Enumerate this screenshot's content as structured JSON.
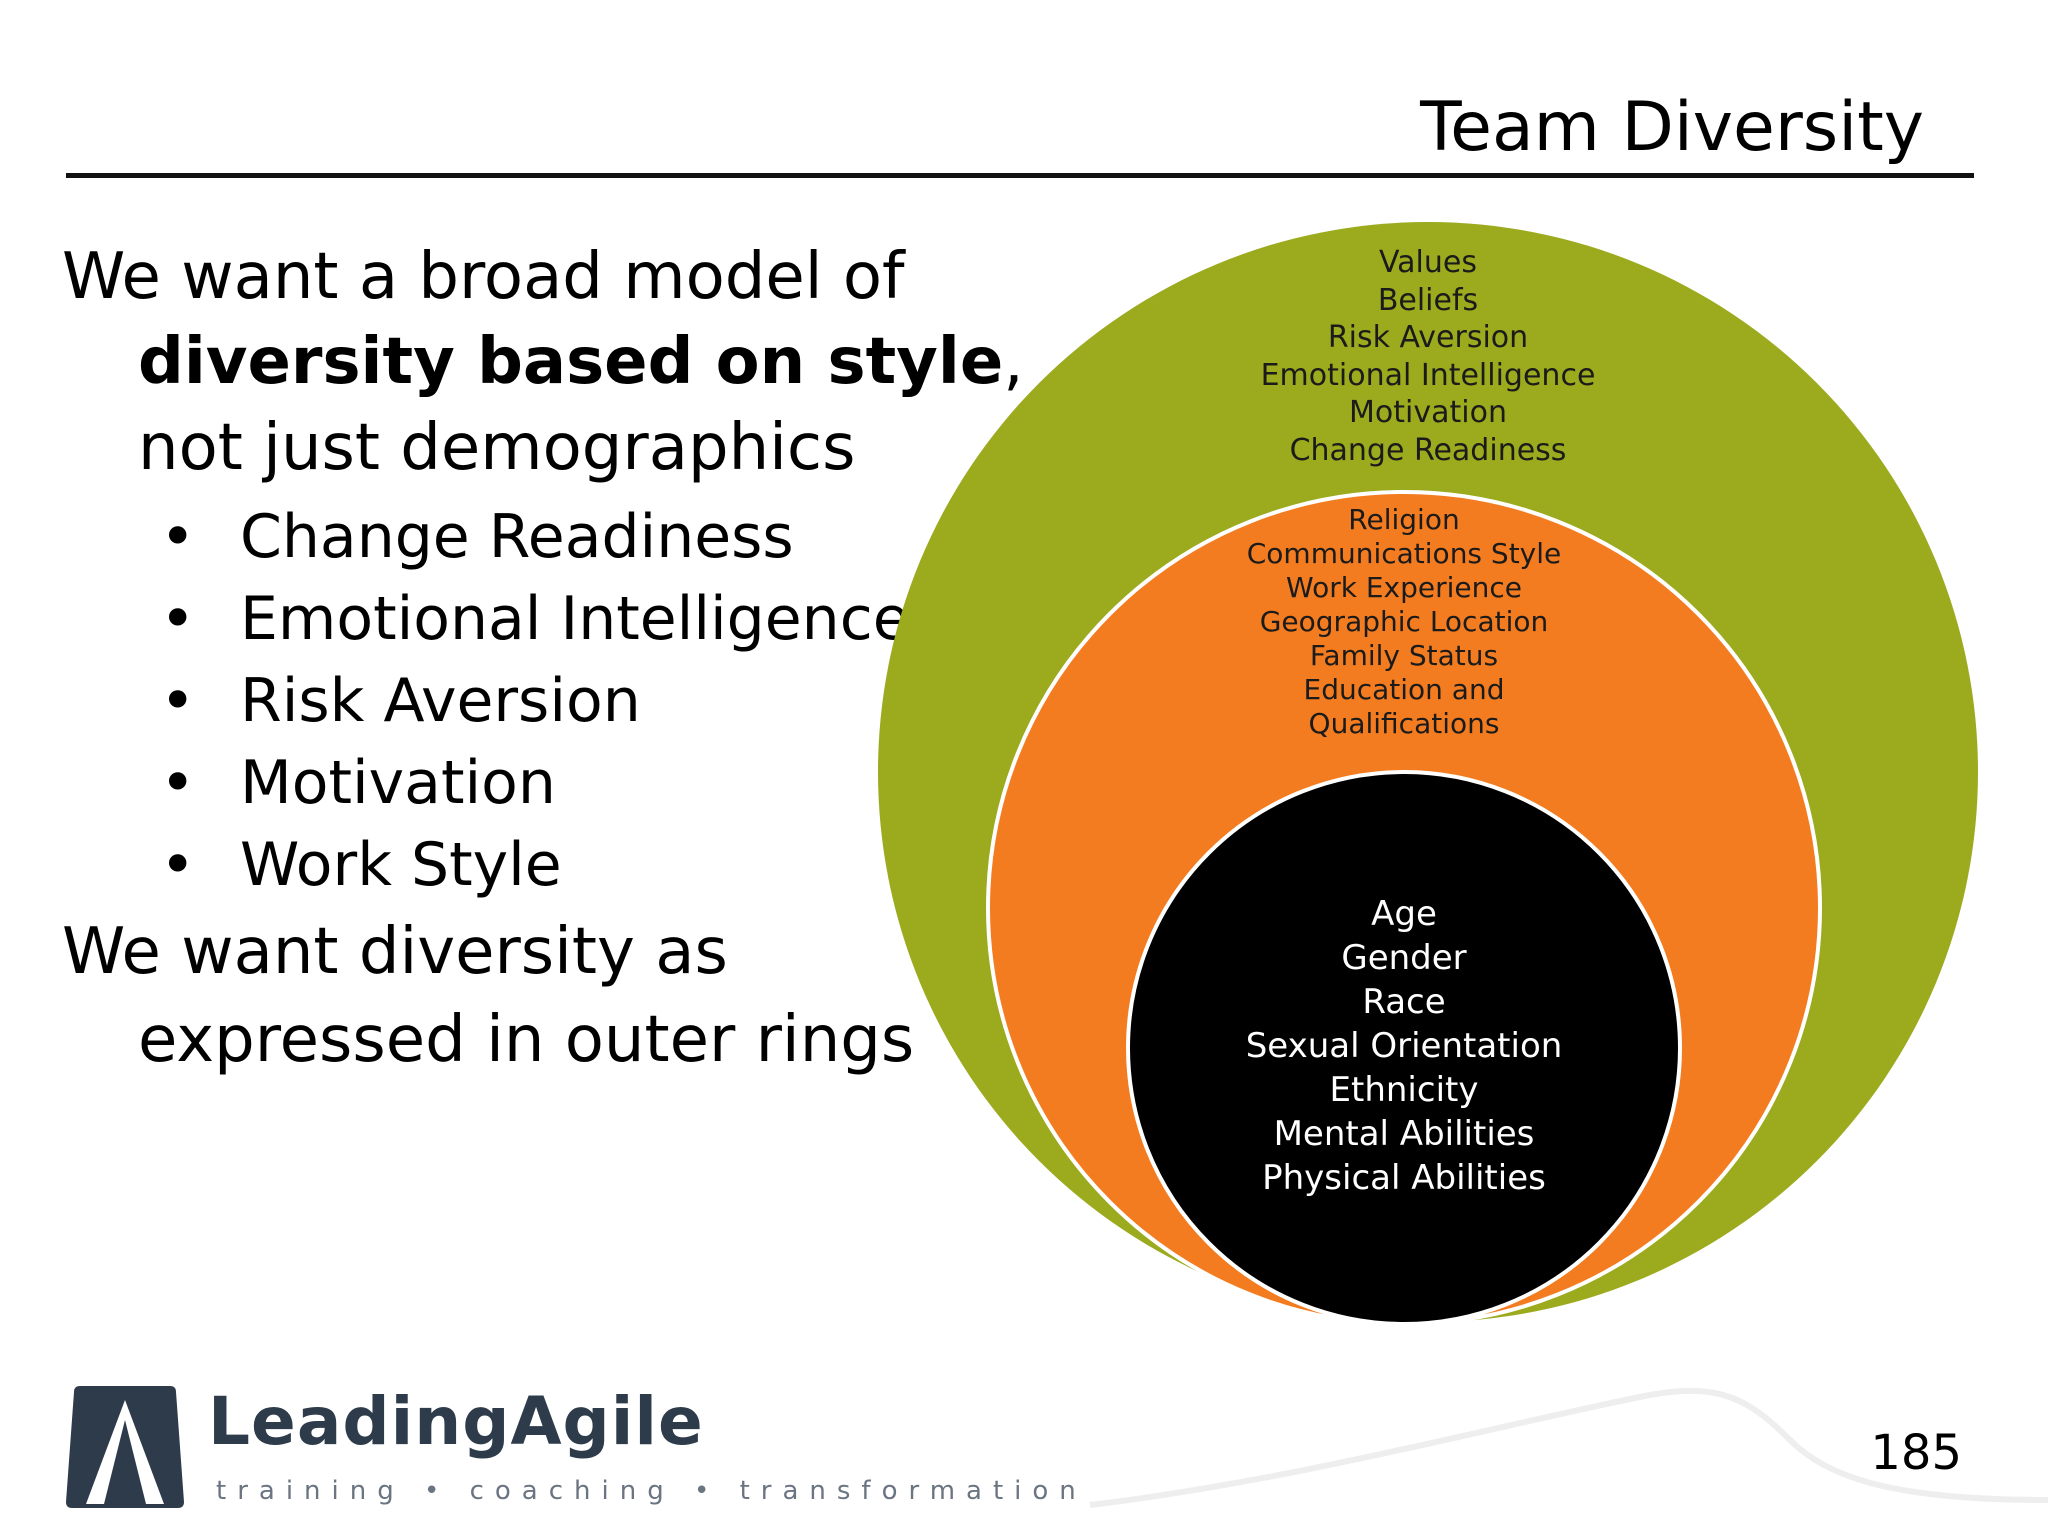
{
  "slide": {
    "title": "Team Diversity",
    "page_number": "185"
  },
  "left_text": {
    "line1": "We want a broad model of",
    "line2_bold": "diversity based on style",
    "line2_tail": ",",
    "line3": "not just demographics",
    "bullets": [
      "Change Readiness",
      "Emotional Intelligence",
      "Risk Aversion",
      "Motivation",
      "Work Style"
    ],
    "bullet_glyph": "•",
    "line4": "We want diversity as",
    "line5": "expressed in outer rings"
  },
  "diagram": {
    "outer_ring": {
      "color": "#9caa1e",
      "labels": [
        "Values",
        "Beliefs",
        "Risk Aversion",
        "Emotional Intelligence",
        "Motivation",
        "Change Readiness"
      ]
    },
    "middle_ring": {
      "color": "#f47c20",
      "labels": [
        "Religion",
        "Communications Style",
        "Work Experience",
        "Geographic Location",
        "Family Status",
        "Education and",
        "Qualifications"
      ]
    },
    "inner_circle": {
      "color": "#000000",
      "labels": [
        "Age",
        "Gender",
        "Race",
        "Sexual Orientation",
        "Ethnicity",
        "Mental Abilities",
        "Physical Abilities"
      ]
    }
  },
  "logo": {
    "name": "LeadingAgile",
    "tagline": "training • coaching • transformation",
    "color": "#2d3b4a"
  }
}
